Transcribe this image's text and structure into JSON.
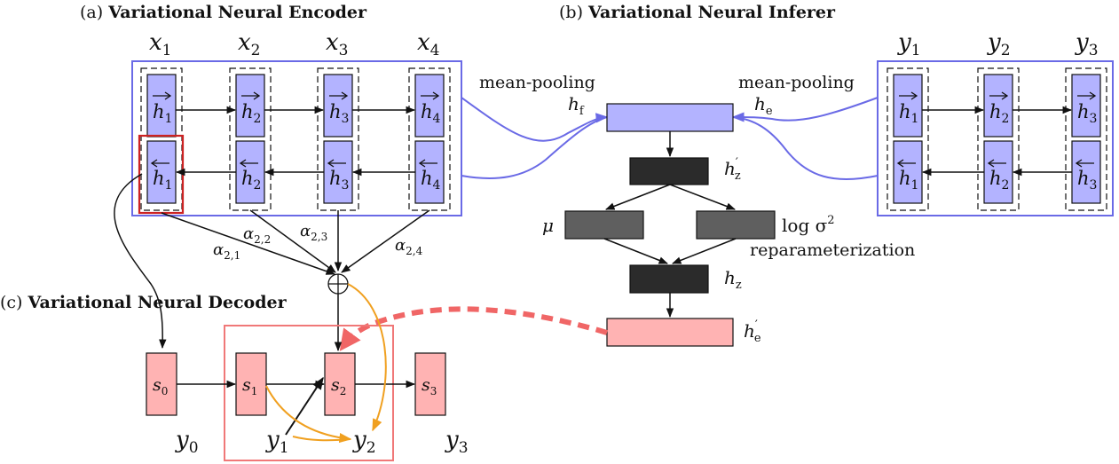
{
  "panels": {
    "encoder": {
      "tag": "(a)",
      "title": "Variational Neural Encoder"
    },
    "inferer": {
      "tag": "(b)",
      "title": "Variational Neural Inferer"
    },
    "decoder": {
      "tag": "(c)",
      "title": "Variational Neural Decoder"
    }
  },
  "encoder": {
    "inputs": [
      {
        "base": "x",
        "sub": "1"
      },
      {
        "base": "x",
        "sub": "2"
      },
      {
        "base": "x",
        "sub": "3"
      },
      {
        "base": "x",
        "sub": "4"
      }
    ],
    "forward": [
      {
        "base": "h",
        "sub": "1"
      },
      {
        "base": "h",
        "sub": "2"
      },
      {
        "base": "h",
        "sub": "3"
      },
      {
        "base": "h",
        "sub": "4"
      }
    ],
    "backward": [
      {
        "base": "h",
        "sub": "1"
      },
      {
        "base": "h",
        "sub": "2"
      },
      {
        "base": "h",
        "sub": "3"
      },
      {
        "base": "h",
        "sub": "4"
      }
    ],
    "pool_label": "mean-pooling",
    "pool_var": {
      "base": "h",
      "sub": "f"
    }
  },
  "target_encoder": {
    "inputs": [
      {
        "base": "y",
        "sub": "1"
      },
      {
        "base": "y",
        "sub": "2"
      },
      {
        "base": "y",
        "sub": "3"
      }
    ],
    "forward": [
      {
        "base": "h",
        "sub": "1"
      },
      {
        "base": "h",
        "sub": "2"
      },
      {
        "base": "h",
        "sub": "3"
      }
    ],
    "backward": [
      {
        "base": "h",
        "sub": "1"
      },
      {
        "base": "h",
        "sub": "2"
      },
      {
        "base": "h",
        "sub": "3"
      }
    ],
    "pool_label": "mean-pooling",
    "pool_var": {
      "base": "h",
      "sub": "e"
    }
  },
  "inferer": {
    "hz_prime": {
      "base": "h",
      "sup": "′",
      "sub": "z"
    },
    "mu": "μ",
    "log_sigma": {
      "text": "log σ",
      "sup": "2"
    },
    "reparam": "reparameterization",
    "hz": {
      "base": "h",
      "sub": "z"
    },
    "he_prime": {
      "base": "h",
      "sup": "′",
      "sub": "e"
    }
  },
  "attention": {
    "weights": [
      {
        "base": "α",
        "sub": "2,1"
      },
      {
        "base": "α",
        "sub": "2,2"
      },
      {
        "base": "α",
        "sub": "2,3"
      },
      {
        "base": "α",
        "sub": "2,4"
      }
    ],
    "combine_symbol": "⊕"
  },
  "decoder": {
    "states": [
      {
        "base": "s",
        "sub": "0"
      },
      {
        "base": "s",
        "sub": "1"
      },
      {
        "base": "s",
        "sub": "2"
      },
      {
        "base": "s",
        "sub": "3"
      }
    ],
    "outputs": [
      {
        "base": "y",
        "sub": "0"
      },
      {
        "base": "y",
        "sub": "1"
      },
      {
        "base": "y",
        "sub": "2"
      },
      {
        "base": "y",
        "sub": "3"
      }
    ]
  },
  "colors": {
    "encoder_node": "#b3b3ff",
    "encoder_frame": "#6a6ae6",
    "pool_curve": "#6a6ae6",
    "dark_node": "#2b2b2b",
    "gray_node": "#5f5f5f",
    "decoder_node": "#ffb3b3",
    "decoder_frame": "#f07878",
    "highlight_box": "#cc2222",
    "dashed_arrow": "#f06666",
    "attention_curve": "#f0a020"
  }
}
